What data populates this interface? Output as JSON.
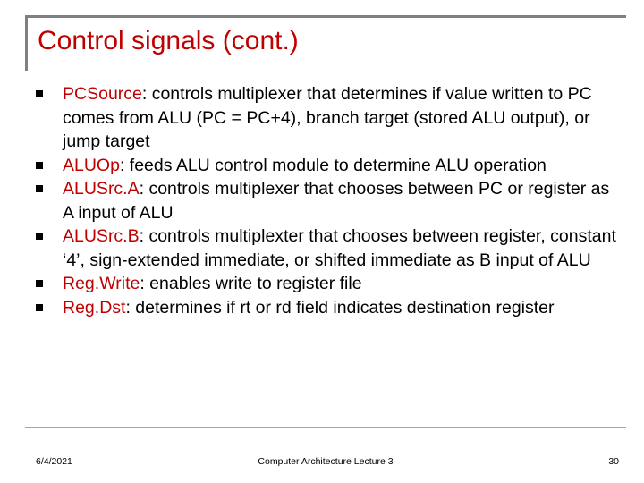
{
  "slide": {
    "title": "Control signals (cont.)",
    "accent_color": "#c00000",
    "rule_color": "#808080",
    "bullets": [
      {
        "term": "PCSource",
        "text": ": controls multiplexer that determines if value written to PC comes from ALU (PC = PC+4), branch target (stored ALU output), or jump target"
      },
      {
        "term": "ALUOp",
        "text": ": feeds ALU control module to determine ALU operation"
      },
      {
        "term": "ALUSrc.A",
        "text": ": controls multiplexer that chooses between PC or register as A input of ALU"
      },
      {
        "term": "ALUSrc.B",
        "text": ": controls multiplexter that chooses between register, constant ‘4’, sign-extended immediate, or shifted immediate as B input of ALU"
      },
      {
        "term": "Reg.Write",
        "text": ": enables write to register file"
      },
      {
        "term": "Reg.Dst",
        "text": ": determines if rt or rd field indicates destination register"
      }
    ],
    "footer": {
      "date": "6/4/2021",
      "center": "Computer Architecture Lecture 3",
      "page": "30"
    }
  }
}
